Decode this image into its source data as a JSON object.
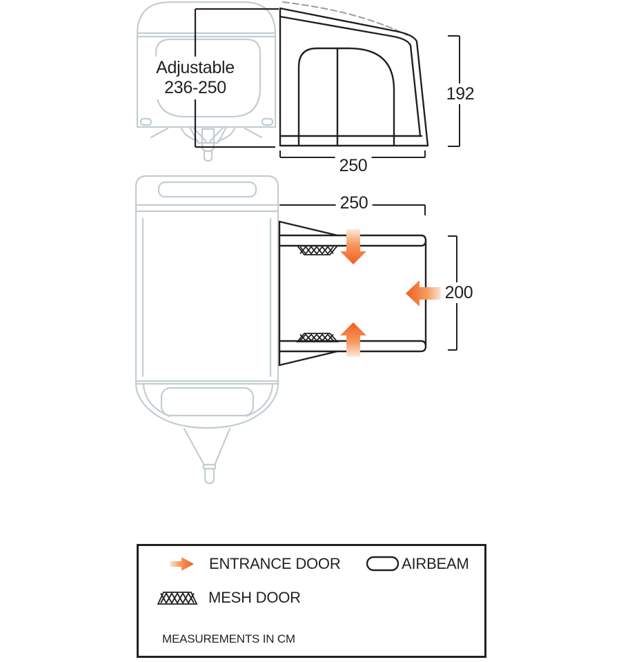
{
  "front_view": {
    "adjustable_label": "Adjustable",
    "adjustable_range": "236-250"
  },
  "side_view": {
    "width_cm": "250",
    "height_cm": "192"
  },
  "plan_view": {
    "width_cm": "250",
    "depth_cm": "200"
  },
  "legend": {
    "entrance_door": "ENTRANCE DOOR",
    "airbeam": "AIRBEAM",
    "mesh_door": "MESH DOOR",
    "note": "MEASUREMENTS IN CM"
  },
  "colors": {
    "orange": "#f25d1f",
    "orange_mid": "#f69a5f",
    "orange_faint": "#fdf1e8",
    "ink": "#231f20",
    "caravan_gray": "#c2cdd1",
    "dash_gray": "#93a0a4"
  }
}
